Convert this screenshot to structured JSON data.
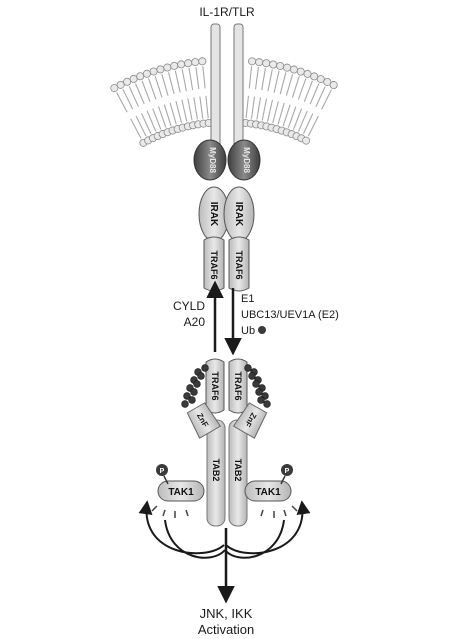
{
  "receptor_label": "IL-1R/TLR",
  "myd88_label": "MyD88",
  "irak_label": "IRAK",
  "traf6_label": "TRAF6",
  "left_regulators": [
    "CYLD",
    "A20"
  ],
  "right_enzymes": [
    "E1",
    "UBC13/UEV1A (E2)",
    "Ub"
  ],
  "znf_label": "ZnF",
  "tab2_label": "TAB2",
  "tak1_label": "TAK1",
  "phospho_label": "P",
  "output_lines": [
    "JNK, IKK",
    "Activation"
  ],
  "colors": {
    "ink": "#1a1a1a",
    "membrane": "#bdbdbd",
    "protein": "#d6d6d6",
    "myd88": "#5a5a5a",
    "ubiquitin": "#3a3a3a"
  }
}
